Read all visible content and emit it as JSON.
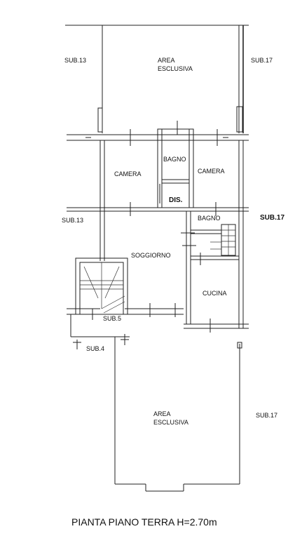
{
  "title": "PIANTA PIANO TERRA H=2.70m",
  "rooms": {
    "camera_left": "CAMERA",
    "bagno_top": "BAGNO",
    "camera_right": "CAMERA",
    "dis": "DIS.",
    "bagno_right": "BAGNO",
    "soggiorno": "SOGGIORNO",
    "cucina": "CUCINA"
  },
  "areas": {
    "top_line1": "AREA",
    "top_line2": "ESCLUSIVA",
    "bottom_line1": "AREA",
    "bottom_line2": "ESCLUSIVA"
  },
  "subs": {
    "top_left": "SUB.13",
    "top_right": "SUB.17",
    "mid_left": "SUB.13",
    "mid_right": "SUB.17",
    "stair": "SUB.5",
    "sub4": "SUB.4",
    "bottom_right": "SUB.17"
  }
}
